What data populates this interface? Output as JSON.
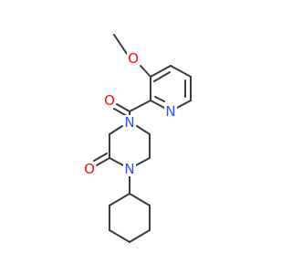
{
  "molecule": {
    "atoms": [
      {
        "id": "o_methoxy",
        "label": "O",
        "color": "#ff0d0d"
      },
      {
        "id": "n_pyridine",
        "label": "N",
        "color": "#3050f8"
      },
      {
        "id": "o_carbonyl",
        "label": "O",
        "color": "#ff0d0d"
      },
      {
        "id": "n_piperazine_4",
        "label": "N",
        "color": "#3050f8"
      },
      {
        "id": "o_lactam",
        "label": "O",
        "color": "#ff0d0d"
      },
      {
        "id": "n_piperazine_1",
        "label": "N",
        "color": "#3050f8"
      }
    ],
    "bond_color": "#3b3b3b"
  }
}
